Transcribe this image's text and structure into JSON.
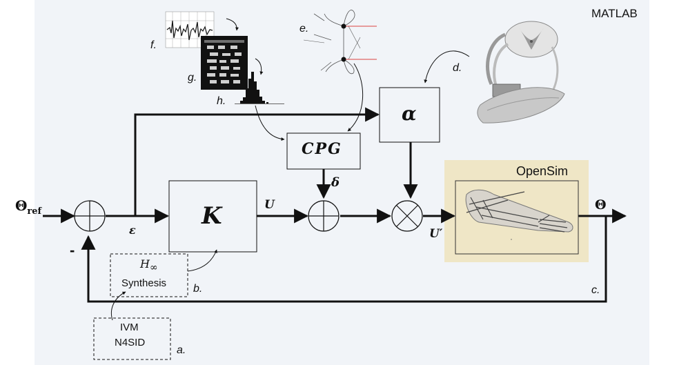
{
  "environment": {
    "label": "MATLAB"
  },
  "signals": {
    "theta_ref_main": "Θ",
    "theta_ref_sub": "ref",
    "error": "ε",
    "control": "U",
    "perturbation": "δ",
    "modified_control": "U′",
    "output": "Θ",
    "negative_sign": "-"
  },
  "blocks": {
    "controller": "K",
    "cpg": "CPG",
    "alpha": "α",
    "opensim": "OpenSim",
    "hinf_symbol": "H",
    "hinf_sub": "∞",
    "hinf_label": "Synthesis",
    "identification_line1": "IVM",
    "identification_line2": "N4SID"
  },
  "annotations": {
    "a": "a.",
    "b": "b.",
    "c": "c.",
    "d": "d.",
    "e": "e.",
    "f": "f.",
    "g": "g.",
    "h": "h."
  },
  "colors": {
    "panel_bg": "#f1f4f8",
    "opensim_bg": "#efe6c6",
    "line": "#111111",
    "cpg_red_line": "#e06666"
  },
  "icons": {
    "spectrogram": "spectrogram-icon",
    "muscle_signal": "emg-waveform-icon",
    "histogram": "histogram-icon",
    "neural_oscillator": "neuron-oscillator-icon",
    "spinal_cord": "spinal-cord-muscle-icon",
    "arm_model": "arm-skeleton-icon"
  }
}
